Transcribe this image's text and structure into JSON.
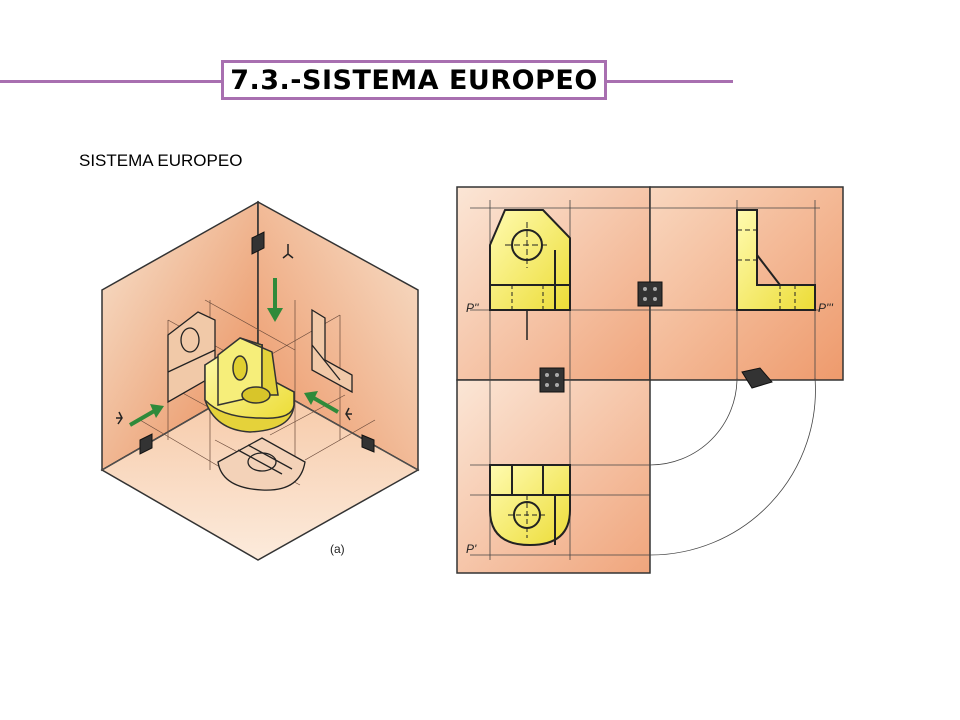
{
  "title": "7.3.-SISTEMA EUROPEO",
  "subtitle": "SISTEMA EUROPEO",
  "figure_a": {
    "caption": "(a)"
  },
  "figure_b": {
    "label_front": "P''",
    "label_side": "P'''",
    "label_top": "P'"
  },
  "colors": {
    "accent": "#a86fb0",
    "part_yellow": "#f3ea55",
    "plane_orange": "#ec9c6c",
    "arrow_green": "#2f8a3a"
  }
}
